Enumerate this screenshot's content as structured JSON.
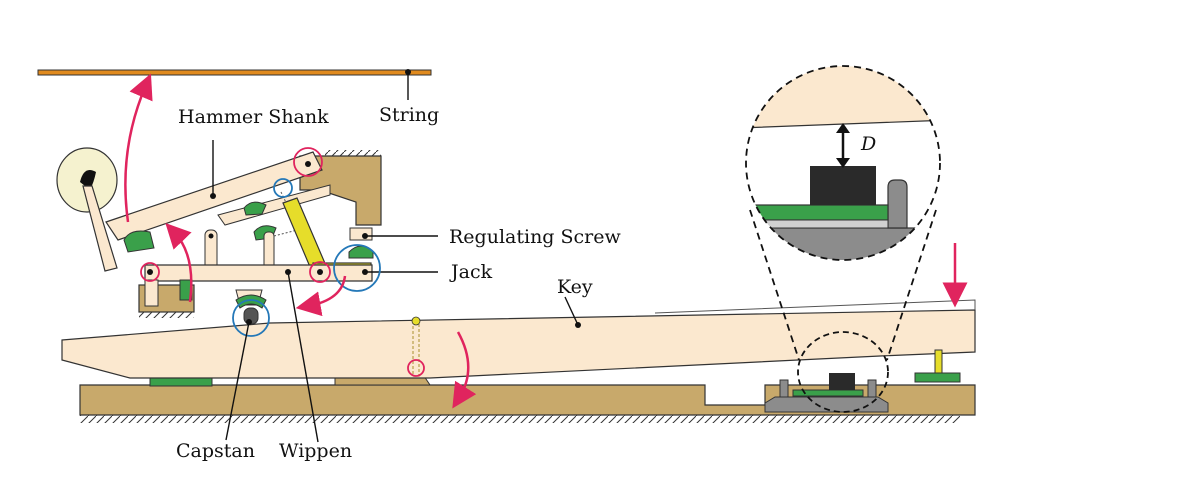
{
  "labels": {
    "string": "String",
    "hammer_shank": "Hammer Shank",
    "regulating_screw": "Regulating Screw",
    "jack": "Jack",
    "key": "Key",
    "capstan": "Capstan",
    "wippen": "Wippen",
    "distance": "D"
  },
  "colors": {
    "wood": "#c8a96b",
    "key_face": "#fbe8cf",
    "felt_green": "#3aa04a",
    "jack_yellow": "#e6dd2a",
    "string_orange": "#e08a1e",
    "arrow_pink": "#e0245e",
    "circle_blue": "#2478b8",
    "dark": "#2a2a2a",
    "rail_gray": "#8c8c8c"
  }
}
